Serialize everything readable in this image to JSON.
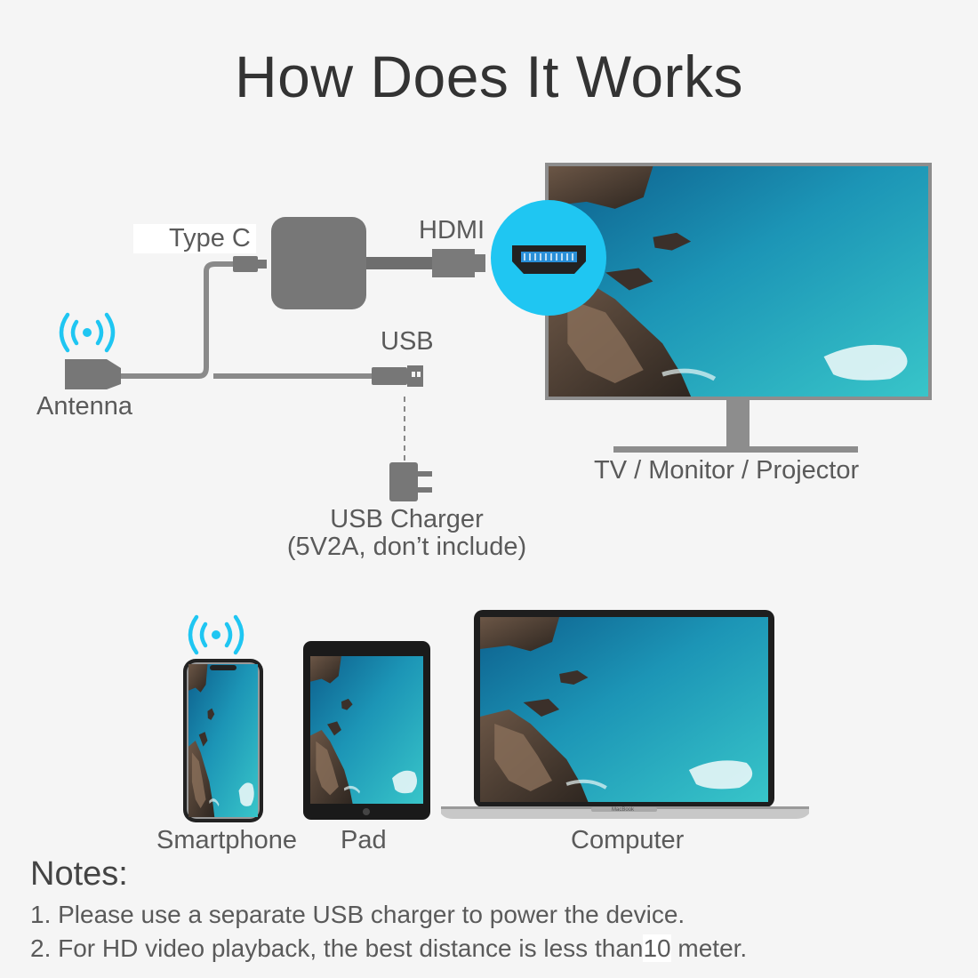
{
  "title": "How Does It Works",
  "labels": {
    "type_c": "Type C",
    "hdmi": "HDMI",
    "usb": "USB",
    "antenna": "Antenna",
    "tv": "TV / Monitor / Projector",
    "charger_line1": "USB Charger",
    "charger_line2": "(5V2A, don’t include)",
    "smartphone": "Smartphone",
    "pad": "Pad",
    "computer": "Computer",
    "laptop_brand": "MacBook"
  },
  "notes": {
    "heading": "Notes:",
    "items": [
      "1. Please use a separate USB charger to power the device.",
      "2. For HD video playback, the best distance is less than"
    ],
    "distance_value": "10",
    "distance_unit": " meter."
  },
  "icons": {
    "wifi": "wifi-signal-icon",
    "hdmi_port": "hdmi-port-icon",
    "usb_plug": "usb-plug-icon",
    "charger": "power-adapter-icon"
  },
  "colors": {
    "accent": "#1fc6f2",
    "device_gray": "#7a7a7a",
    "cable_gray": "#888888",
    "sea": "#1b9fb4",
    "sky": "#0e6f9c",
    "rock": "#4a3c32"
  }
}
